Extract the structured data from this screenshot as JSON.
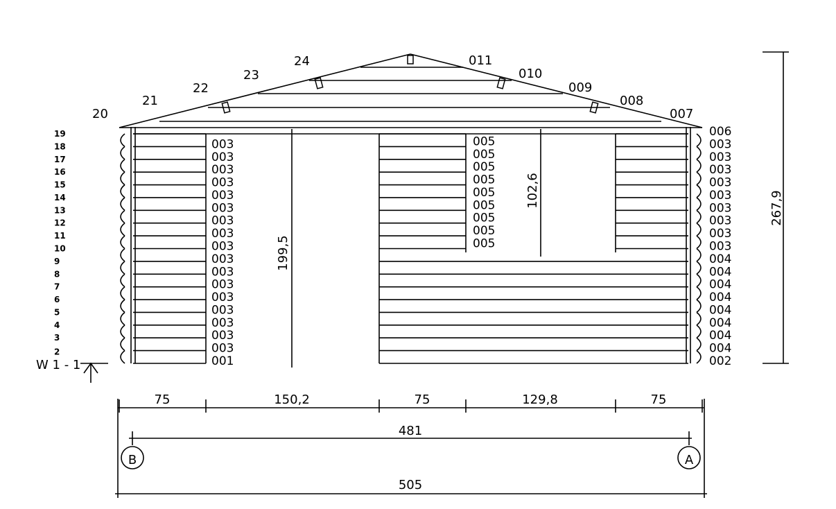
{
  "drawing": {
    "wall_label": "W 1 - 1",
    "total_height": "267,9",
    "door_height": "199,5",
    "window_height": "102,6",
    "axis_distance": "481",
    "overall_width": "505",
    "axis_left": "B",
    "axis_right": "A"
  },
  "row_numbers": [
    "2",
    "3",
    "4",
    "5",
    "6",
    "7",
    "8",
    "9",
    "10",
    "11",
    "12",
    "13",
    "14",
    "15",
    "16",
    "17",
    "18",
    "19"
  ],
  "gable_numbers": [
    "20",
    "21",
    "22",
    "23",
    "24"
  ],
  "gable_codes_right": [
    "011",
    "010",
    "009",
    "008",
    "007"
  ],
  "left_codes": [
    "001",
    "003",
    "003",
    "003",
    "003",
    "003",
    "003",
    "003",
    "003",
    "003",
    "003",
    "003",
    "003",
    "003",
    "003",
    "003",
    "003",
    "003"
  ],
  "window_codes": [
    "005",
    "005",
    "005",
    "005",
    "005",
    "005",
    "005",
    "005",
    "005"
  ],
  "right_codes": [
    "002",
    "004",
    "004",
    "004",
    "004",
    "004",
    "004",
    "004",
    "004",
    "003",
    "003",
    "003",
    "003",
    "003",
    "003",
    "003",
    "003",
    "003",
    "006"
  ],
  "bottom_dims": [
    "75",
    "150,2",
    "75",
    "129,8",
    "75"
  ]
}
